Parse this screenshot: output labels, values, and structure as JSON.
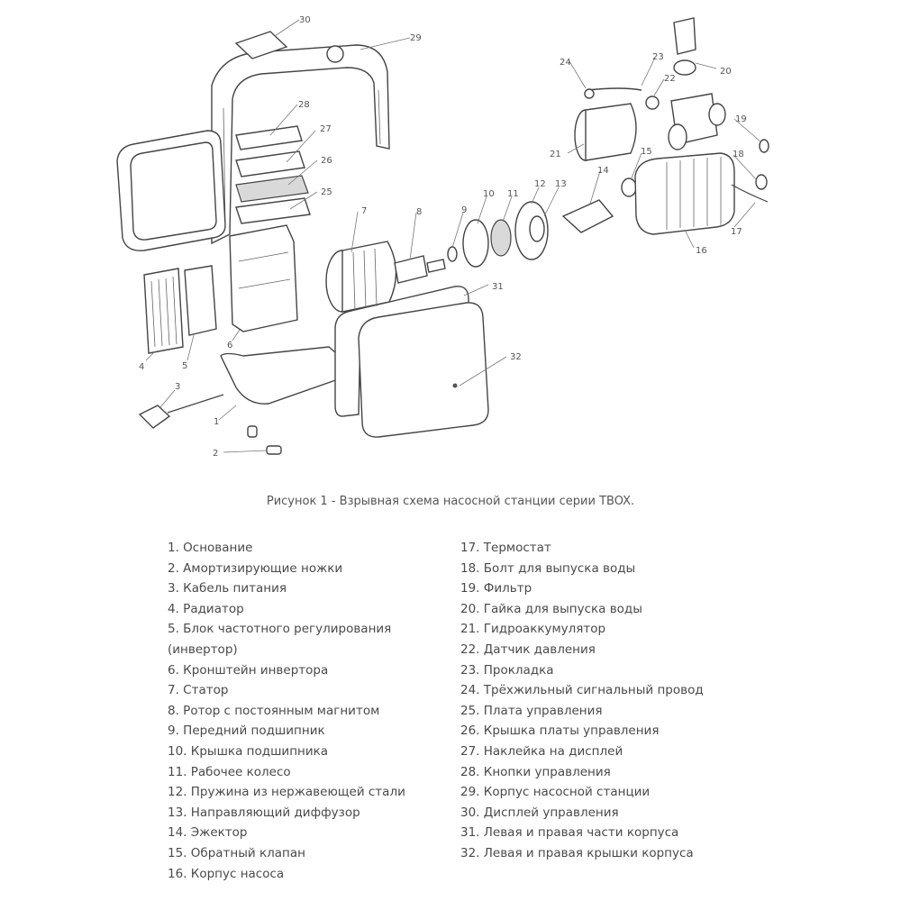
{
  "caption": "Рисунок 1 - Взрывная схема насосной станции серии TBOX.",
  "callouts": [
    "1",
    "2",
    "3",
    "4",
    "5",
    "6",
    "7",
    "8",
    "9",
    "10",
    "11",
    "12",
    "13",
    "14",
    "15",
    "16",
    "17",
    "18",
    "19",
    "20",
    "21",
    "22",
    "23",
    "24",
    "25",
    "26",
    "27",
    "28",
    "29",
    "30",
    "31",
    "32"
  ],
  "legend": {
    "left": [
      "1. Основание",
      "2. Амортизирующие ножки",
      "3. Кабель питания",
      "4. Радиатор",
      "5. Блок частотного регулирования",
      "(инвертор)",
      "6. Кронштейн инвертора",
      "7. Статор",
      "8. Ротор с постоянным магнитом",
      "9. Передний подшипник",
      "10. Крышка подшипника",
      "11. Рабочее колесо",
      "12. Пружина из нержавеющей стали",
      "13. Направляющий диффузор",
      "14. Эжектор",
      "15. Обратный клапан",
      "16. Корпус насоса"
    ],
    "right": [
      "17. Термостат",
      "18. Болт для выпуска воды",
      "19. Фильтр",
      "20. Гайка для выпуска воды",
      "21. Гидроаккумулятор",
      "22. Датчик давления",
      "23. Прокладка",
      "24. Трёхжильный сигнальный провод",
      "25. Плата управления",
      "26. Крышка платы управления",
      "27. Наклейка на дисплей",
      "28. Кнопки управления",
      "29. Корпус насосной станции",
      "30. Дисплей управления",
      "31. Левая и правая части корпуса",
      "32. Левая и правая крышки корпуса"
    ]
  }
}
